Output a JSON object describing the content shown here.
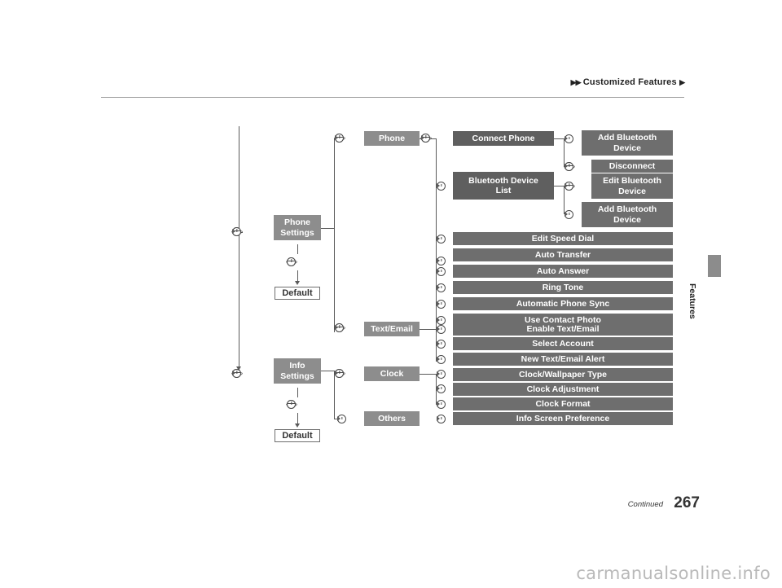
{
  "header": {
    "title": "Customized Features",
    "arrow_left": "▶▶",
    "arrow_right": "▶"
  },
  "side_tab": {
    "label": "Features"
  },
  "footer": {
    "continued": "Continued",
    "page_number": "267"
  },
  "watermark": "carmanualsonline.info",
  "diagram": {
    "type": "menu-tree",
    "roots": [
      {
        "id": "phone-settings",
        "label": "Phone\nSettings"
      },
      {
        "id": "info-settings",
        "label": "Info\nSettings"
      }
    ],
    "defaults": [
      {
        "id": "default-phone",
        "label": "Default"
      },
      {
        "id": "default-info",
        "label": "Default"
      }
    ],
    "level2": [
      {
        "id": "phone",
        "label": "Phone"
      },
      {
        "id": "text-email",
        "label": "Text/Email"
      },
      {
        "id": "clock",
        "label": "Clock"
      },
      {
        "id": "others",
        "label": "Others"
      }
    ],
    "level3": [
      {
        "id": "connect-phone",
        "label": "Connect Phone"
      },
      {
        "id": "bluetooth-device-list",
        "label": "Bluetooth Device\nList"
      }
    ],
    "level4": [
      {
        "id": "add-bluetooth-device-1",
        "label": "Add Bluetooth\nDevice"
      },
      {
        "id": "disconnect",
        "label": "Disconnect"
      },
      {
        "id": "edit-bluetooth-device",
        "label": "Edit Bluetooth\nDevice"
      },
      {
        "id": "add-bluetooth-device-2",
        "label": "Add Bluetooth\nDevice"
      }
    ],
    "wide_items": [
      {
        "id": "edit-speed-dial",
        "label": "Edit Speed Dial"
      },
      {
        "id": "auto-transfer",
        "label": "Auto Transfer"
      },
      {
        "id": "auto-answer",
        "label": "Auto Answer"
      },
      {
        "id": "ring-tone",
        "label": "Ring Tone"
      },
      {
        "id": "automatic-phone-sync",
        "label": "Automatic Phone Sync"
      },
      {
        "id": "use-contact-photo",
        "label": "Use Contact Photo"
      },
      {
        "id": "enable-text-email",
        "label": "Enable Text/Email"
      },
      {
        "id": "select-account",
        "label": "Select Account"
      },
      {
        "id": "new-text-email-alert",
        "label": "New Text/Email Alert"
      },
      {
        "id": "clock-wallpaper-type",
        "label": "Clock/Wallpaper Type"
      },
      {
        "id": "clock-adjustment",
        "label": "Clock Adjustment"
      },
      {
        "id": "clock-format",
        "label": "Clock Format"
      },
      {
        "id": "info-screen-preference",
        "label": "Info Screen Preference"
      }
    ],
    "icons": {
      "rotary_knob": "rotary-knob-icon",
      "push_knob": "push-knob-icon",
      "arrow": "arrow-icon"
    }
  }
}
